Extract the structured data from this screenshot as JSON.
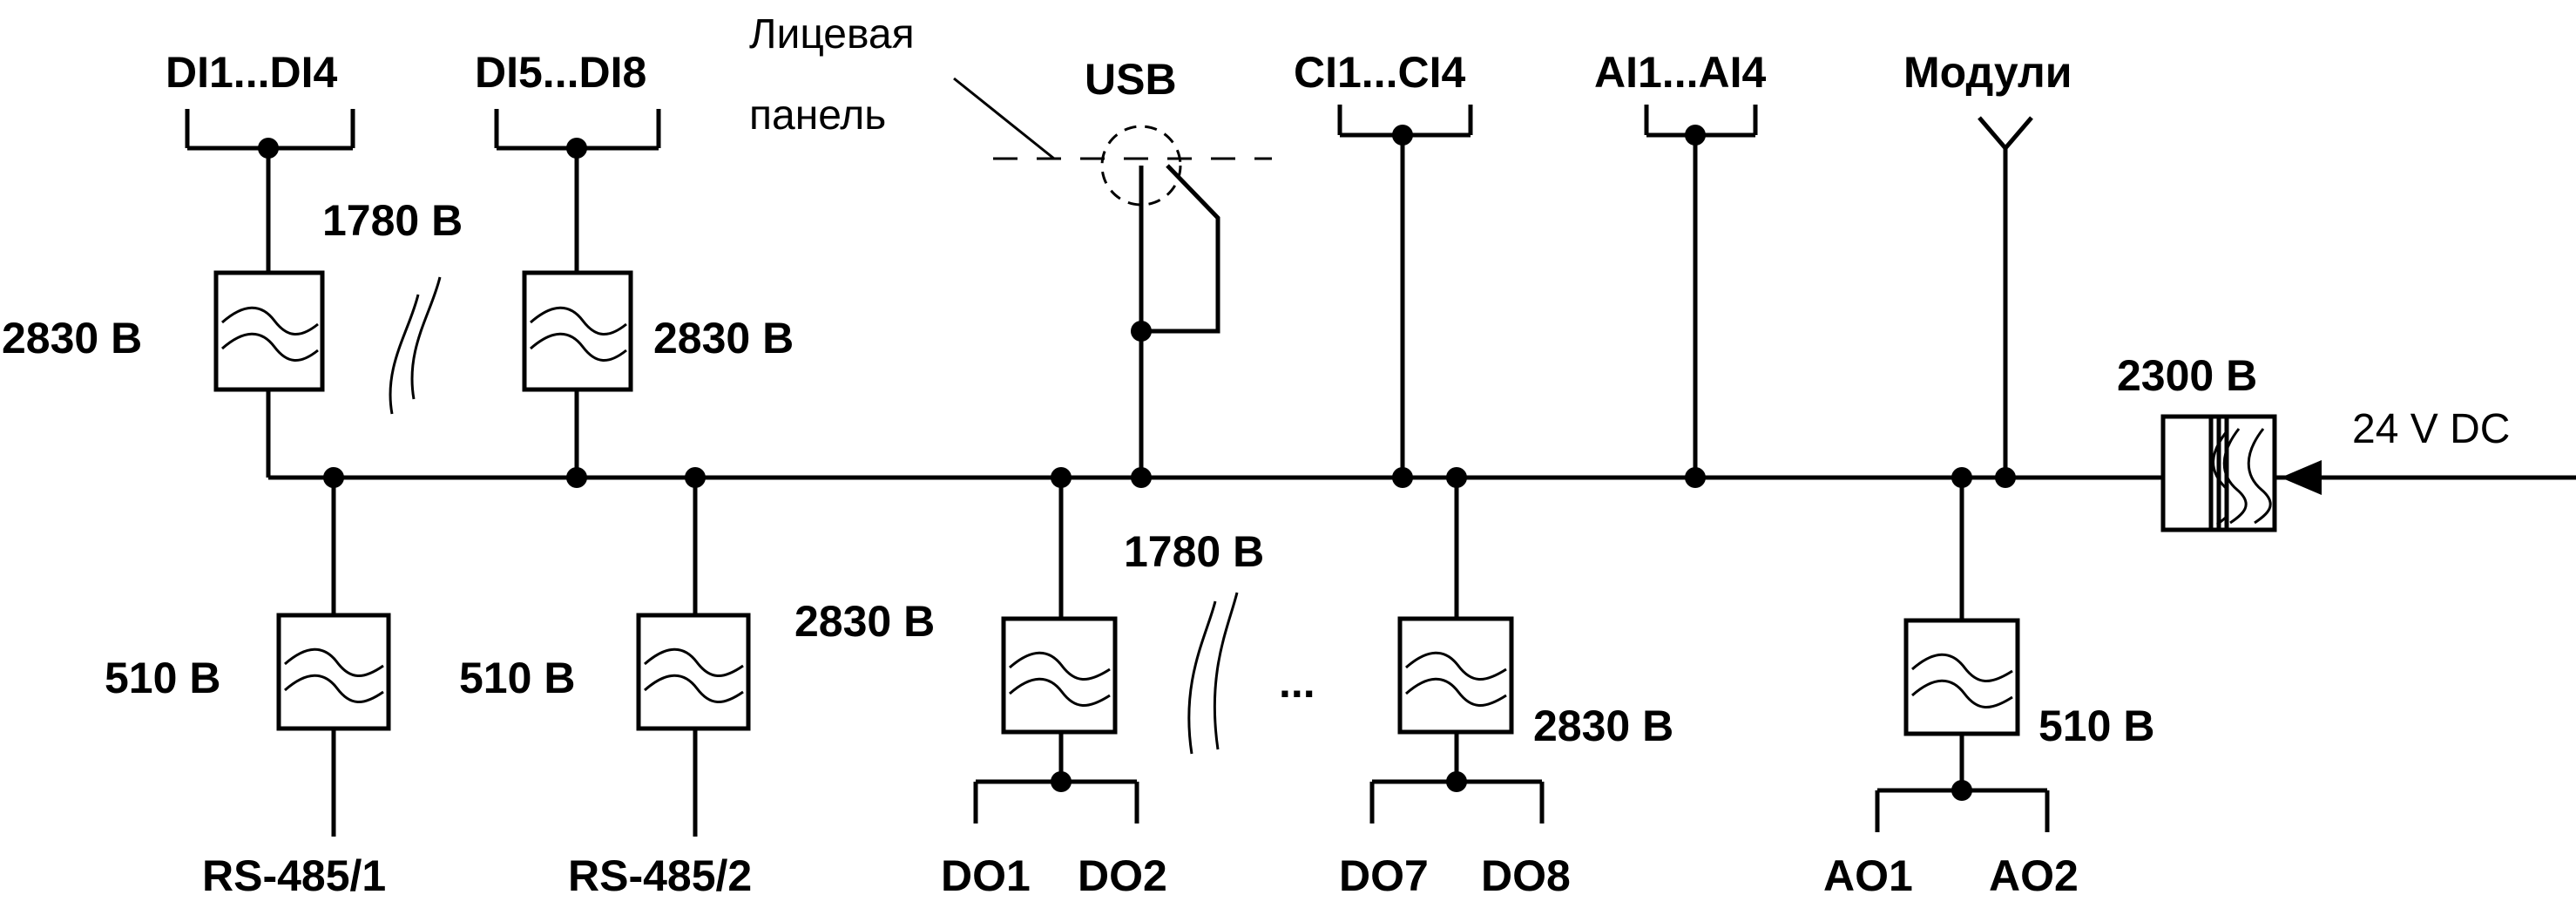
{
  "labels": {
    "di1_4": "DI1...DI4",
    "di5_8": "DI5...DI8",
    "front_line1": "Лицевая",
    "front_line2": "панель",
    "usb": "USB",
    "ci1_4": "CI1...CI4",
    "ai1_4": "AI1...AI4",
    "modules": "Модули",
    "v1780_top": "1780 В",
    "v2830_di1": "2830 В",
    "v2830_di2": "2830 В",
    "v2300": "2300 В",
    "power": "24 V DC",
    "v510_rs1": "510 В",
    "v510_rs2": "510 В",
    "v2830_do1": "2830 В",
    "v1780_bottom": "1780 В",
    "ellipsis": "...",
    "v2830_do2": "2830 В",
    "v510_ao": "510 В",
    "rs485_1": "RS-485/1",
    "rs485_2": "RS-485/2",
    "do1": "DO1",
    "do2": "DO2",
    "do7": "DO7",
    "do8": "DO8",
    "ao1": "AO1",
    "ao2": "AO2"
  }
}
